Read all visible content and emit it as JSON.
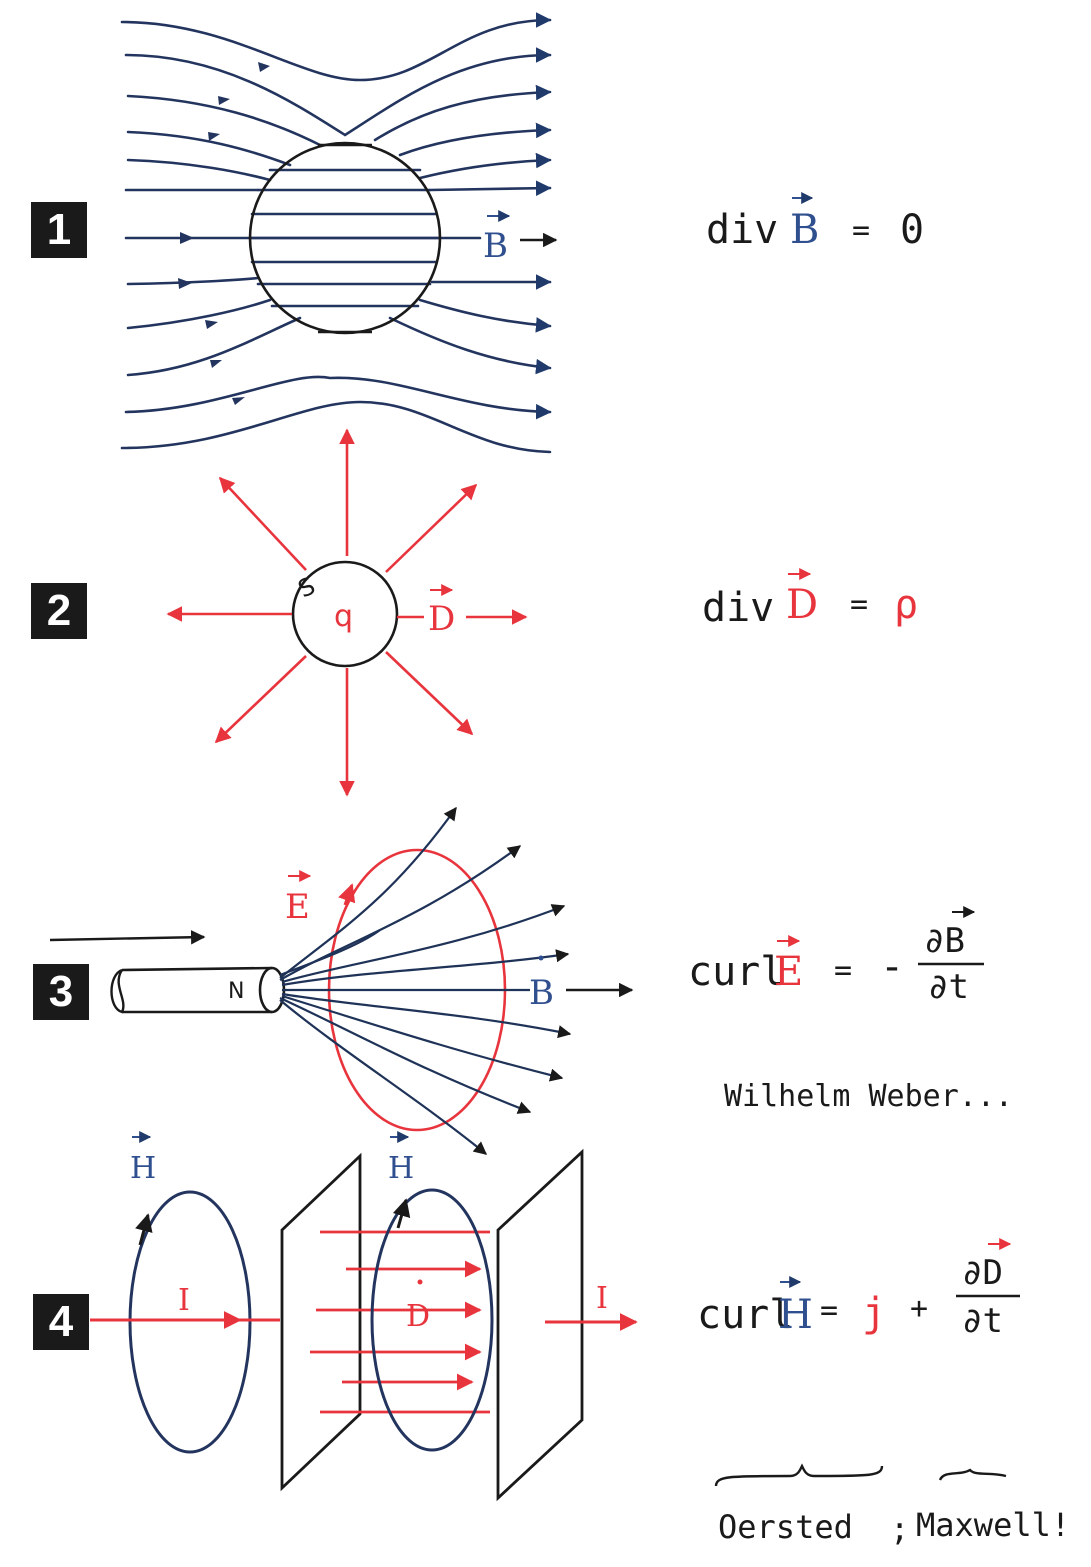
{
  "sections": [
    {
      "number": "1",
      "equation": {
        "op": "div",
        "vec": "B",
        "equals": "=",
        "rhs": "0"
      },
      "field_label": "B"
    },
    {
      "number": "2",
      "equation": {
        "op": "div",
        "vec": "D",
        "equals": "=",
        "rhs": "ρ"
      },
      "field_label": "D",
      "surface_label": "S",
      "charge_label": "q"
    },
    {
      "number": "3",
      "equation": {
        "op": "curl",
        "vec": "E",
        "equals": "=",
        "sign": "-",
        "num": "∂B",
        "den": "∂t"
      },
      "field_label": "B",
      "loop_label": "E",
      "pole_label": "N",
      "note": "Wilhelm Weber..."
    },
    {
      "number": "4",
      "equation": {
        "op": "curl",
        "vec": "H",
        "equals": "=",
        "term1": "j",
        "plus": "+",
        "num": "∂D",
        "den": "∂t"
      },
      "h_label_left": "H",
      "h_label_right": "H",
      "current_left": "I",
      "current_right": "I",
      "field_label": "D"
    }
  ],
  "footer": {
    "left": "Oersted",
    "sep": ";",
    "right": "Maxwell!"
  },
  "colors": {
    "blue": "#2f4f8f",
    "red": "#e8343c",
    "black": "#1a1a1a"
  }
}
